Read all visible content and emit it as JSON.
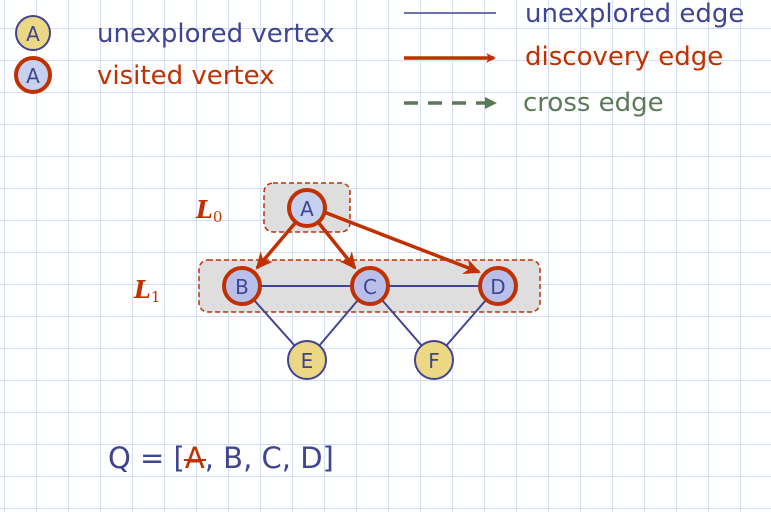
{
  "colors": {
    "unexplored_text": "#3f4590",
    "visited_text": "#c03000",
    "cross_text": "#5a7a5a",
    "unexplored_fill": "#ecd784",
    "visited_fill": "#c8d0f0",
    "level_fill": "#dedede",
    "grid": "#c9d6ef"
  },
  "legend": {
    "unexplored_vertex": {
      "glyph": "A",
      "label": "unexplored vertex"
    },
    "visited_vertex": {
      "glyph": "A",
      "label": "visited vertex"
    },
    "unexplored_edge": {
      "label": "unexplored edge"
    },
    "discovery_edge": {
      "label": "discovery edge"
    },
    "cross_edge": {
      "label": "cross edge"
    }
  },
  "levels": [
    {
      "name": "L",
      "index": "0"
    },
    {
      "name": "L",
      "index": "1"
    }
  ],
  "graph": {
    "vertices": [
      {
        "id": "A",
        "state": "visited",
        "level": 0
      },
      {
        "id": "B",
        "state": "visited",
        "level": 1
      },
      {
        "id": "C",
        "state": "visited",
        "level": 1
      },
      {
        "id": "D",
        "state": "visited",
        "level": 1
      },
      {
        "id": "E",
        "state": "unexplored"
      },
      {
        "id": "F",
        "state": "unexplored"
      }
    ],
    "edges": [
      {
        "from": "A",
        "to": "B",
        "type": "discovery"
      },
      {
        "from": "A",
        "to": "C",
        "type": "discovery"
      },
      {
        "from": "A",
        "to": "D",
        "type": "discovery"
      },
      {
        "from": "B",
        "to": "C",
        "type": "unexplored"
      },
      {
        "from": "C",
        "to": "D",
        "type": "unexplored"
      },
      {
        "from": "B",
        "to": "E",
        "type": "unexplored"
      },
      {
        "from": "C",
        "to": "E",
        "type": "unexplored"
      },
      {
        "from": "C",
        "to": "F",
        "type": "unexplored"
      },
      {
        "from": "D",
        "to": "F",
        "type": "unexplored"
      }
    ]
  },
  "queue": {
    "prefix": "Q = [",
    "removed": "A",
    "rest": ", B, C, D]"
  }
}
